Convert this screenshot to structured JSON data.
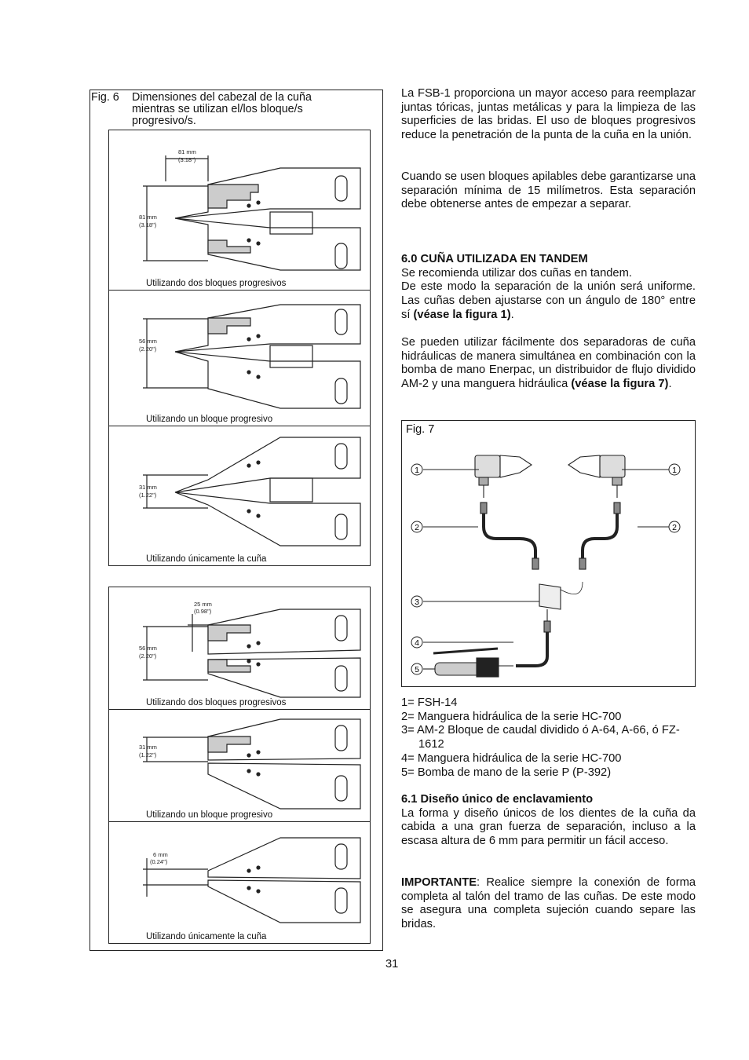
{
  "fig6": {
    "label": "Fig. 6",
    "caption": "Dimensiones del cabezal de la cuña mientras se utilizan el/los bloque/s progresivo/s.",
    "panels": [
      {
        "dim_mm": "81 mm",
        "dim_in": "(3.18\")",
        "caption": "Utilizando dos bloques progresivos"
      },
      {
        "dim_mm": "56 mm",
        "dim_in": "(2.20\")",
        "caption": "Utilizando un bloque progresivo"
      },
      {
        "dim_mm": "31 mm",
        "dim_in": "(1.22\")",
        "caption": "Utilizando únicamente la cuña"
      },
      {
        "dim_mm": "56 mm",
        "dim_in": "(2.20\")",
        "dim2_mm": "25 mm",
        "dim2_in": "(0.98\")",
        "caption": "Utilizando dos bloques progresivos"
      },
      {
        "dim_mm": "31 mm",
        "dim_in": "(1.22\")",
        "caption": "Utilizando un bloque progresivo"
      },
      {
        "dim_mm": "6 mm",
        "dim_in": "(0.24\")",
        "caption": "Utilizando únicamente la cuña"
      }
    ]
  },
  "text": {
    "p1": "La FSB-1 proporciona un mayor acceso para reemplazar juntas tóricas, juntas metálicas y para la limpieza de las superficies de las bridas. El uso de bloques progresivos reduce la penetración de la punta de la cuña en la unión.",
    "p2": "Cuando se usen bloques apilables  debe garantizarse una separación mínima de 15 milímetros. Esta separación debe obtenerse antes de empezar a separar.",
    "h1": "6.0 CUÑA UTILIZADA EN TANDEM",
    "p3a": "Se recomienda utilizar dos cuñas en tandem.",
    "p3b": "De este modo la separación de la unión será uniforme. Las cuñas deben ajustarse con un ángulo de 180° entre sí ",
    "p3b_bold": "(véase la figura 1)",
    "p3b_end": ".",
    "p4": "Se pueden utilizar fácilmente dos separadoras de cuña hidráulicas de manera simultánea en combinación con la bomba de mano Enerpac, un distribuidor de flujo dividido AM-2 y una manguera hidráulica ",
    "p4_bold": "(véase la figura 7)",
    "p4_end": ".",
    "h2": "6.1 Diseño único de enclavamiento",
    "p5": "La forma y diseño únicos de los dientes de la cuña da cabida a una gran fuerza de separación, incluso a la escasa altura de 6 mm para permitir un fácil acceso.",
    "p6_bold": "IMPORTANTE",
    "p6": ": Realice siempre la conexión de forma completa al talón del tramo de las cuñas. De este modo se asegura una completa sujeción cuando separe las bridas."
  },
  "fig7": {
    "label": "Fig. 7",
    "callouts": [
      "1",
      "2",
      "3",
      "4",
      "5"
    ]
  },
  "legend": [
    "1= FSH-14",
    "2= Manguera hidráulica de la serie HC-700",
    "3= AM-2 Bloque de caudal dividido ó A-64, A-66, ó FZ-1612",
    "4= Manguera hidráulica de la serie HC-700",
    "5= Bomba de mano de la serie P (P-392)"
  ],
  "page_number": "31"
}
